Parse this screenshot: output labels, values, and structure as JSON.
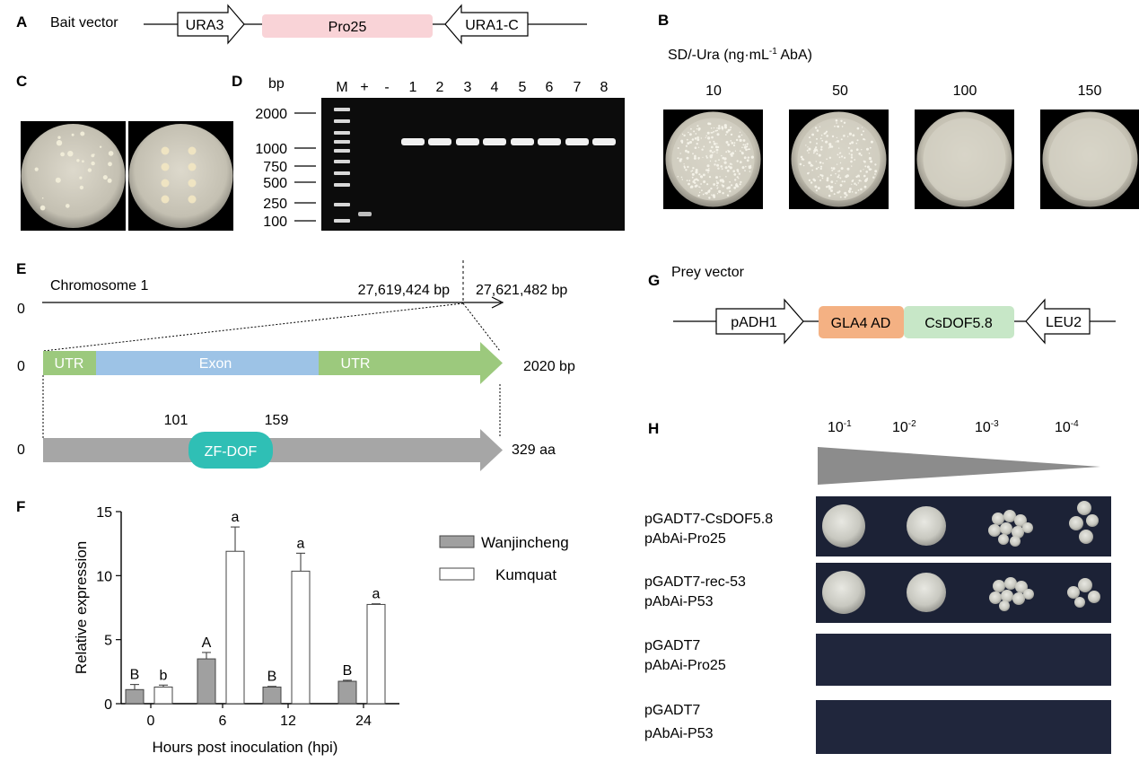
{
  "panels": {
    "A": "A",
    "B": "B",
    "C": "C",
    "D": "D",
    "E": "E",
    "F": "F",
    "G": "G",
    "H": "H"
  },
  "bait": {
    "title": "Bait vector",
    "ura3": "URA3",
    "pro25": "Pro25",
    "ura1c": "URA1-C"
  },
  "b_panel": {
    "label_pre": "SD/-Ura (ng·mL",
    "label_sup": "-1",
    "label_post": " AbA)",
    "concentrations": [
      "10",
      "50",
      "100",
      "150"
    ]
  },
  "gel": {
    "bp_label": "bp",
    "lanes": [
      "M",
      "+",
      "-",
      "1",
      "2",
      "3",
      "4",
      "5",
      "6",
      "7",
      "8"
    ],
    "markers": [
      "2000",
      "1000",
      "750",
      "500",
      "250",
      "100"
    ]
  },
  "gene": {
    "chromosome": "Chromosome 1",
    "start": "27,619,424 bp",
    "end": "27,621,482 bp",
    "zero": "0",
    "utr5": "UTR",
    "exon": "Exon",
    "utr3": "UTR",
    "length_bp": "2020 bp",
    "dom_start": "101",
    "dom_end": "159",
    "domain": "ZF-DOF",
    "length_aa": "329 aa"
  },
  "prey": {
    "title": "Prey vector",
    "padh1": "pADH1",
    "ad": "GLA4 AD",
    "cds": "CsDOF5.8",
    "leu2": "LEU2"
  },
  "dilution": {
    "labels": [
      {
        "base": "10",
        "exp": "-1"
      },
      {
        "base": "10",
        "exp": "-2"
      },
      {
        "base": "10",
        "exp": "-3"
      },
      {
        "base": "10",
        "exp": "-4"
      }
    ]
  },
  "y2h_rows": [
    {
      "line1": "pGADT7-CsDOF5.8",
      "line2": "pAbAi-Pro25"
    },
    {
      "line1": "pGADT7-rec-53",
      "line2": "pAbAi-P53"
    },
    {
      "line1": "pGADT7",
      "line2": "pAbAi-Pro25"
    },
    {
      "line1": "pGADT7",
      "line2": "pAbAi-P53"
    }
  ],
  "colors": {
    "wanjincheng": "#a0a0a0",
    "kumquat": "#ffffff",
    "utr": "#9cc97d",
    "exon": "#9dc3e6",
    "protein": "#a6a6a6",
    "zfdof": "#2fbfb5",
    "pro25": "#f9d3d7",
    "ad": "#f4b183",
    "cds": "#c7e7c7"
  },
  "chart_data": {
    "type": "bar",
    "categories": [
      "0",
      "6",
      "12",
      "24"
    ],
    "xlabel": "Hours post inoculation (hpi)",
    "ylabel": "Relative expression",
    "ylim": [
      0,
      15
    ],
    "yticks": [
      "0",
      "5",
      "10",
      "15"
    ],
    "legend_position": "right",
    "series": [
      {
        "name": "Wanjincheng",
        "values": [
          1.1,
          3.5,
          1.3,
          1.75
        ],
        "errors": [
          0.4,
          0.5,
          0.05,
          0.08
        ],
        "letters": [
          "B",
          "A",
          "B",
          "B"
        ]
      },
      {
        "name": "Kumquat",
        "values": [
          1.3,
          11.9,
          10.35,
          7.75
        ],
        "errors": [
          0.15,
          1.9,
          1.4,
          0.05
        ],
        "letters": [
          "b",
          "a",
          "a",
          "a"
        ]
      }
    ]
  }
}
